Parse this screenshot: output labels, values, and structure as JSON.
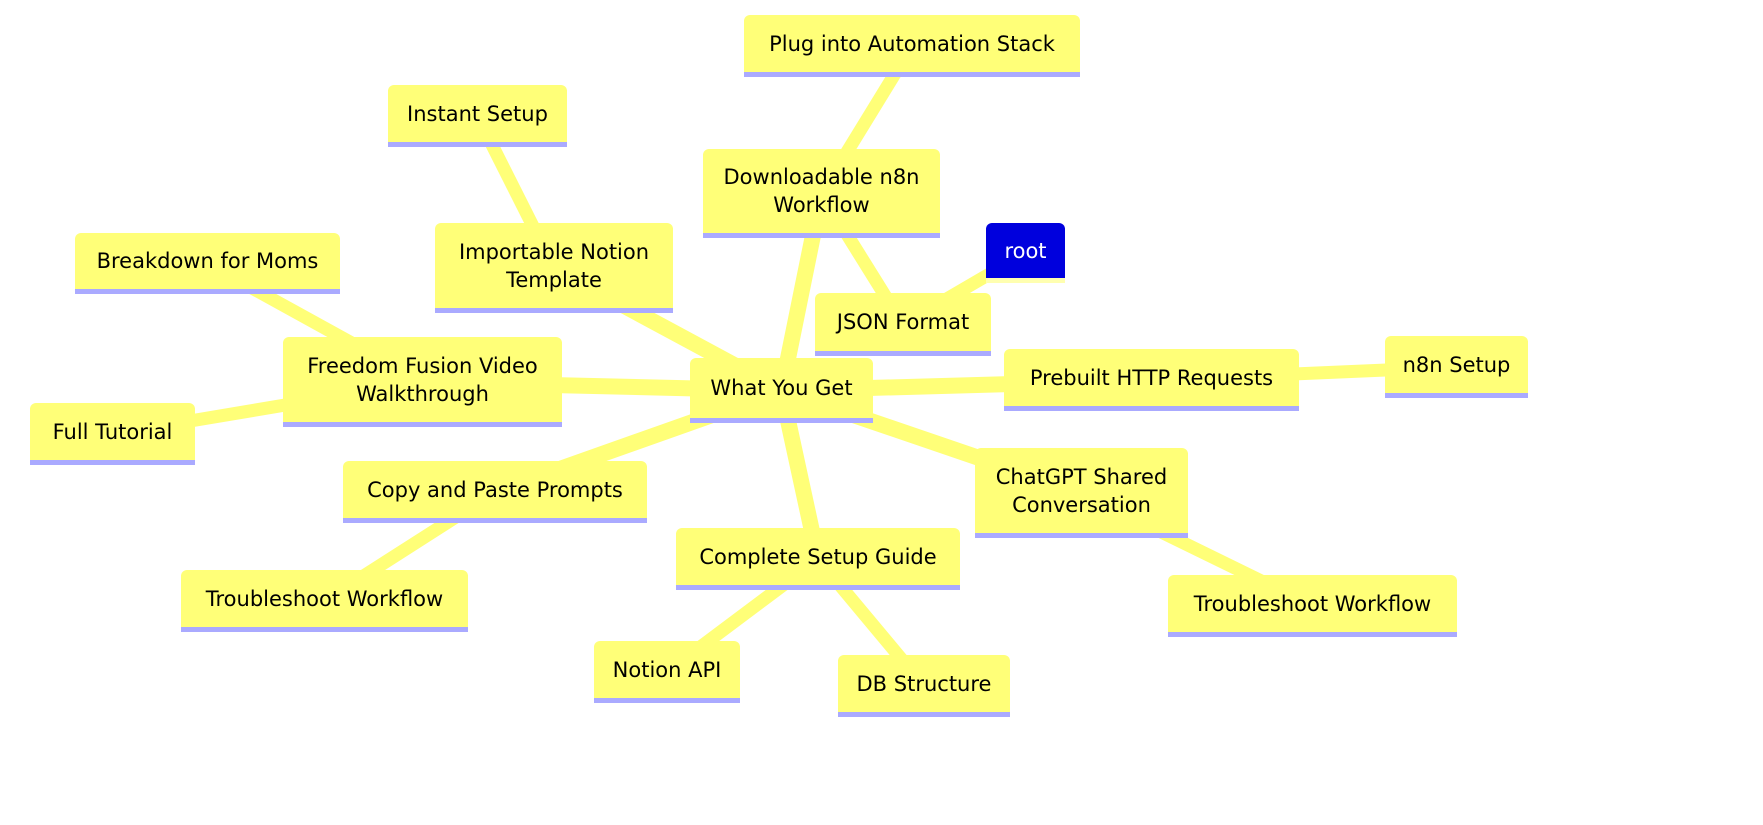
{
  "diagram": {
    "type": "mindmap",
    "colors": {
      "node_fill": "#ffff78",
      "node_underline": "#aaaaff",
      "edge": "#ffff78",
      "root_fill": "#0000dd",
      "root_text": "#ffffff"
    },
    "nodes": [
      {
        "id": "root",
        "label": "root",
        "kind": "root"
      },
      {
        "id": "what",
        "label": "What You Get"
      },
      {
        "id": "dl",
        "label": "Downloadable n8n\nWorkflow"
      },
      {
        "id": "plug",
        "label": "Plug into Automation Stack"
      },
      {
        "id": "json",
        "label": "JSON Format"
      },
      {
        "id": "notion",
        "label": "Importable Notion\nTemplate"
      },
      {
        "id": "instant",
        "label": "Instant Setup"
      },
      {
        "id": "video",
        "label": "Freedom Fusion Video\nWalkthrough"
      },
      {
        "id": "moms",
        "label": "Breakdown for Moms"
      },
      {
        "id": "fullt",
        "label": "Full Tutorial"
      },
      {
        "id": "http",
        "label": "Prebuilt HTTP Requests"
      },
      {
        "id": "n8nsetup",
        "label": "n8n Setup"
      },
      {
        "id": "copy",
        "label": "Copy and Paste Prompts"
      },
      {
        "id": "trouble1",
        "label": "Troubleshoot Workflow"
      },
      {
        "id": "chatgpt",
        "label": "ChatGPT Shared\nConversation"
      },
      {
        "id": "trouble2",
        "label": "Troubleshoot Workflow"
      },
      {
        "id": "guide",
        "label": "Complete Setup Guide"
      },
      {
        "id": "napi",
        "label": "Notion API"
      },
      {
        "id": "db",
        "label": "DB Structure"
      }
    ],
    "edges": [
      [
        "root",
        "json"
      ],
      [
        "json",
        "dl"
      ],
      [
        "dl",
        "plug"
      ],
      [
        "dl",
        "what"
      ],
      [
        "what",
        "notion"
      ],
      [
        "notion",
        "instant"
      ],
      [
        "what",
        "video"
      ],
      [
        "video",
        "moms"
      ],
      [
        "video",
        "fullt"
      ],
      [
        "what",
        "http"
      ],
      [
        "http",
        "n8nsetup"
      ],
      [
        "what",
        "copy"
      ],
      [
        "copy",
        "trouble1"
      ],
      [
        "what",
        "chatgpt"
      ],
      [
        "chatgpt",
        "trouble2"
      ],
      [
        "what",
        "guide"
      ],
      [
        "guide",
        "napi"
      ],
      [
        "guide",
        "db"
      ]
    ]
  }
}
